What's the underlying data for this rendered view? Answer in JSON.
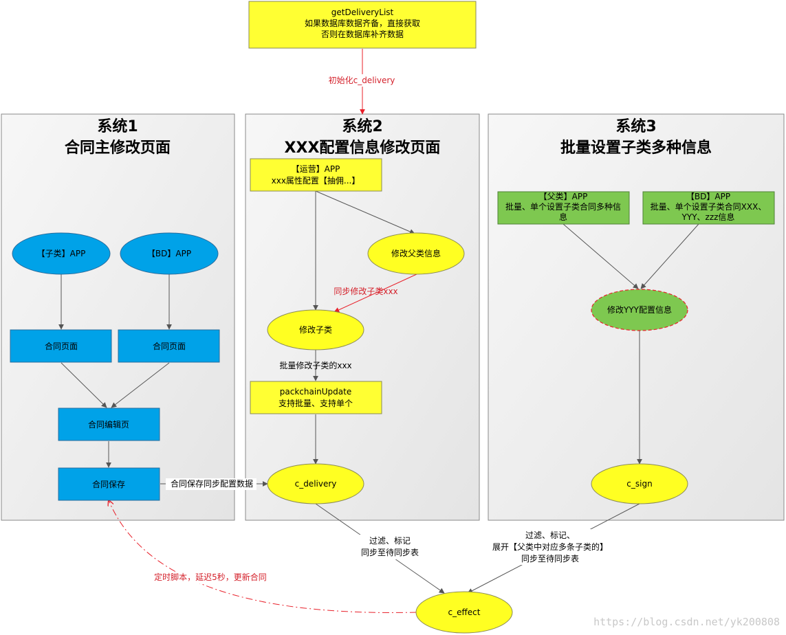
{
  "colors": {
    "rect_blue": "#00a2e8",
    "rect_yellow": "#ffff33",
    "rect_green": "#7ec850",
    "ellipse_blue": "#00a2e8",
    "ellipse_yellow": "#ffff22",
    "ellipse_green": "#7ec850",
    "edge_gray": "#555555",
    "edge_red": "#e8202a",
    "label_red": "#d4202a",
    "label_black": "#000000"
  },
  "panels": [
    {
      "id": "sys1",
      "title_lines": [
        "系统1",
        "合同主修改页面"
      ]
    },
    {
      "id": "sys2",
      "title_lines": [
        "系统2",
        "XXX配置信息修改页面"
      ]
    },
    {
      "id": "sys3",
      "title_lines": [
        "系统3",
        "批量设置子类多种信息"
      ]
    }
  ],
  "nodes": [
    {
      "id": "top",
      "shape": "rect",
      "fill": "yellow",
      "lines": [
        "getDeliveryList",
        "如果数据库数据齐备，直接获取",
        "否则在数据库补齐数据"
      ]
    },
    {
      "id": "s1_child_app",
      "shape": "ellipse",
      "fill": "blue",
      "lines": [
        "【子类】APP"
      ]
    },
    {
      "id": "s1_bd_app",
      "shape": "ellipse",
      "fill": "blue",
      "lines": [
        "【BD】APP"
      ]
    },
    {
      "id": "s1_page_a",
      "shape": "rect",
      "fill": "blue",
      "lines": [
        "合同页面"
      ]
    },
    {
      "id": "s1_page_b",
      "shape": "rect",
      "fill": "blue",
      "lines": [
        "合同页面"
      ]
    },
    {
      "id": "s1_edit",
      "shape": "rect",
      "fill": "blue",
      "lines": [
        "合同编辑页"
      ]
    },
    {
      "id": "s1_save",
      "shape": "rect",
      "fill": "blue",
      "lines": [
        "合同保存"
      ]
    },
    {
      "id": "s2_ops_app",
      "shape": "rect",
      "fill": "yellow",
      "lines": [
        "【运营】APP",
        "xxx属性配置【抽佣...】"
      ]
    },
    {
      "id": "s2_parent",
      "shape": "ellipse",
      "fill": "yellow",
      "lines": [
        "修改父类信息"
      ]
    },
    {
      "id": "s2_child",
      "shape": "ellipse",
      "fill": "yellow",
      "lines": [
        "修改子类"
      ]
    },
    {
      "id": "s2_pack",
      "shape": "rect",
      "fill": "yellow",
      "lines": [
        "packchainUpdate",
        "支持批量、支持单个"
      ]
    },
    {
      "id": "s2_delivery",
      "shape": "ellipse",
      "fill": "yellow",
      "lines": [
        "c_delivery"
      ]
    },
    {
      "id": "s3_parent_app",
      "shape": "rect",
      "fill": "green",
      "lines": [
        "【父类】APP",
        "批量、单个设置子类合同多种信",
        "息"
      ]
    },
    {
      "id": "s3_bd_app",
      "shape": "rect",
      "fill": "green",
      "lines": [
        "【BD】APP",
        "批量、单个设置子类合同XXX、",
        "YYY、zzz信息"
      ]
    },
    {
      "id": "s3_yyy",
      "shape": "ellipse",
      "fill": "green",
      "lines": [
        "修改YYY配置信息"
      ]
    },
    {
      "id": "s3_sign",
      "shape": "ellipse",
      "fill": "yellow",
      "lines": [
        "c_sign"
      ]
    },
    {
      "id": "effect",
      "shape": "ellipse",
      "fill": "yellow",
      "lines": [
        "c_effect"
      ]
    }
  ],
  "edge_labels": [
    {
      "id": "lbl_init",
      "color": "red",
      "lines": [
        "初始化c_delivery"
      ]
    },
    {
      "id": "lbl_sync_child",
      "color": "red",
      "lines": [
        "同步修改子类xxx"
      ]
    },
    {
      "id": "lbl_batch",
      "color": "black",
      "lines": [
        "批量修改子类的xxx"
      ]
    },
    {
      "id": "lbl_save_sync",
      "color": "black",
      "lines": [
        "合同保存同步配置数据"
      ]
    },
    {
      "id": "lbl_filter_left",
      "color": "black",
      "lines": [
        "过滤、标记",
        "同步至待同步表"
      ]
    },
    {
      "id": "lbl_filter_right",
      "color": "black",
      "lines": [
        "过滤、标记、",
        "展开【父类中对应多条子类的】",
        "同步至待同步表"
      ]
    },
    {
      "id": "lbl_timer",
      "color": "red",
      "lines": [
        "定时脚本，延迟5秒，更新合同"
      ]
    }
  ],
  "watermark": "https://blog.csdn.net/yk200808"
}
